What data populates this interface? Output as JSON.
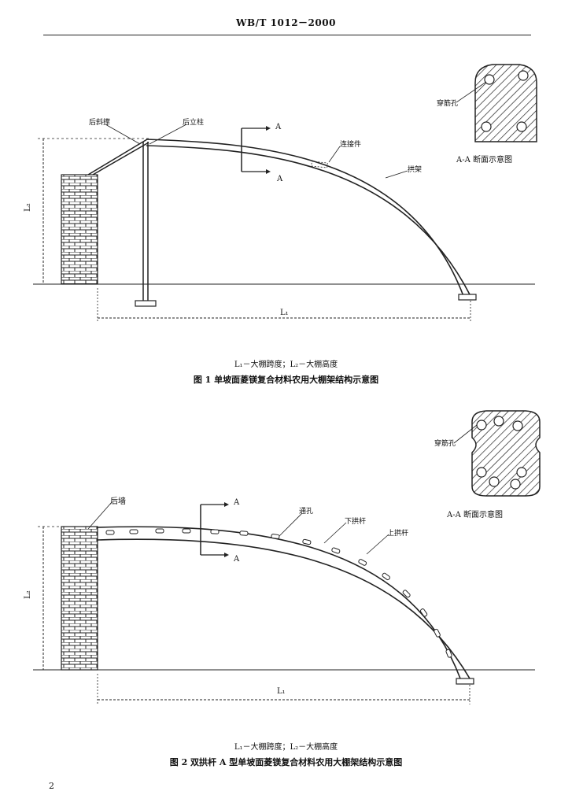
{
  "header": {
    "standard_code": "WB/T 1012－2000"
  },
  "figure1": {
    "labels": {
      "back_brace": "后斜撑",
      "rear_post": "后立柱",
      "connector": "连接件",
      "arch": "拱架",
      "section_mark_top": "A",
      "section_mark_bottom": "A",
      "span": "L₁",
      "height": "L₂",
      "section_hole": "穿筋孔"
    },
    "section_title": "A-A  断面示意图",
    "legend": "L₁－大棚跨度；L₂－大棚高度",
    "caption": "图 1   单坡面菱镁复合材料农用大棚架结构示意图"
  },
  "figure2": {
    "labels": {
      "back_wall": "后墙",
      "vent_hole": "通孔",
      "lower_rod": "下拱杆",
      "upper_rod": "上拱杆",
      "section_mark_top": "A",
      "section_mark_bottom": "A",
      "span": "L₁",
      "height": "L₂",
      "section_hole": "穿筋孔"
    },
    "section_title": "A-A  断面示意图",
    "legend": "L₁－大棚跨度；L₂－大棚高度",
    "caption": "图 2   双拱杆 A 型单坡面菱镁复合材料农用大棚架结构示意图"
  },
  "footer": {
    "page_number": "2"
  }
}
